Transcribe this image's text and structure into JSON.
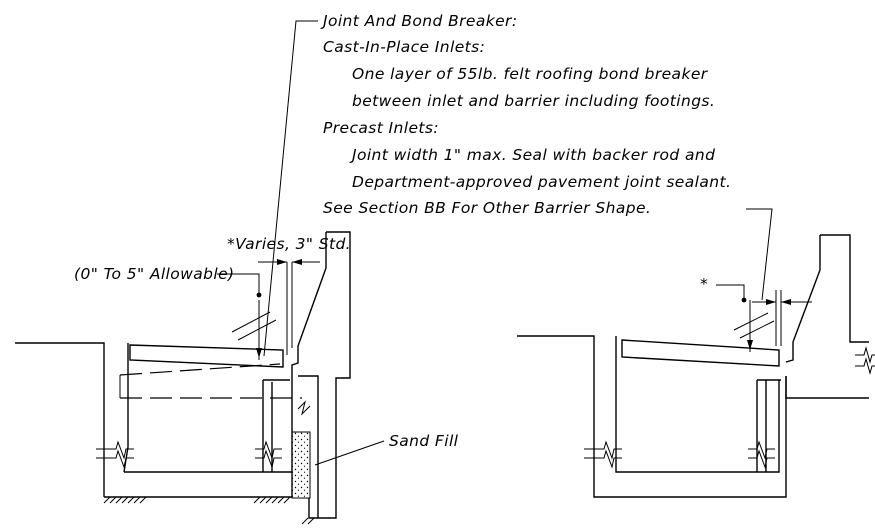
{
  "notes": {
    "joint_title": "Joint And Bond Breaker:",
    "cast_title": "Cast-In-Place Inlets:",
    "cast_line1": "One layer of 55lb. felt roofing bond breaker",
    "cast_line2": "between inlet and barrier including footings.",
    "precast_title": "Precast Inlets:",
    "precast_line1": "Joint width 1\" max.  Seal with backer rod and",
    "precast_line2": "Department-approved pavement joint sealant.",
    "section_ref": "See Section BB For Other Barrier Shape.",
    "varies": "*Varies, 3\" Std.",
    "allowable": "(0\" To 5\" Allowable)",
    "asterisk": "*",
    "sand_fill": "Sand Fill"
  }
}
